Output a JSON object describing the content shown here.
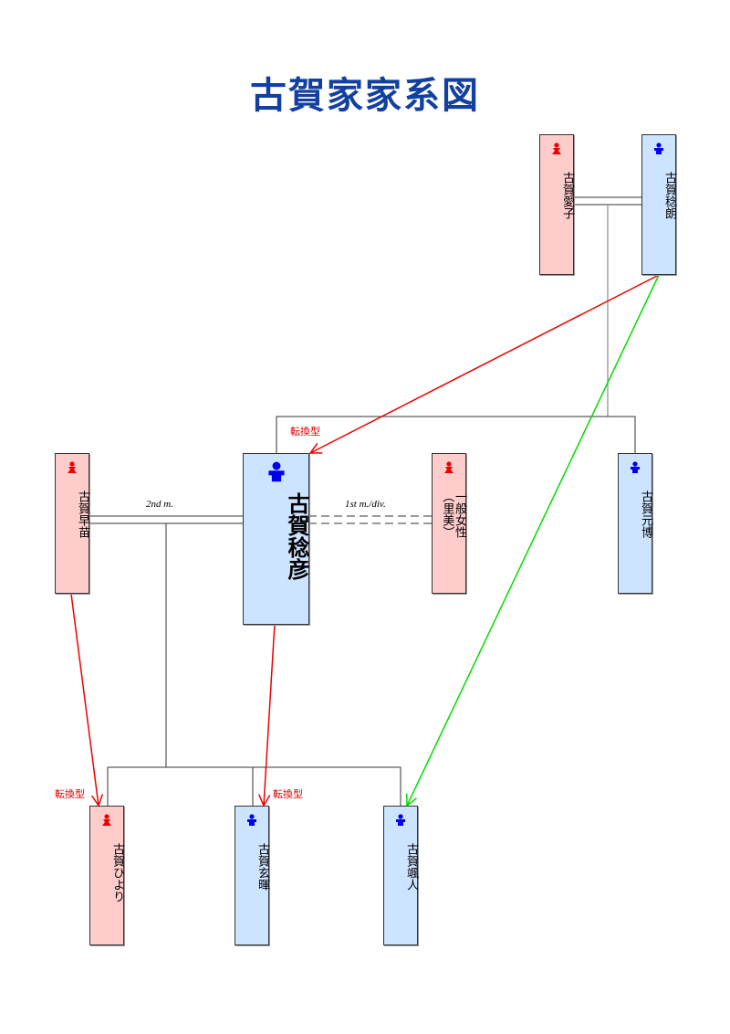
{
  "title": "古賀家家系図",
  "colors": {
    "female_fill": "#ffcccc",
    "male_fill": "#cce4ff",
    "female_icon": "#ee0000",
    "male_icon": "#0000ee",
    "arrow_red": "#ee0000",
    "arrow_green": "#00dd00",
    "title": "#1240a0"
  },
  "people": {
    "aiko": {
      "name": "古賀愛子",
      "gender": "female"
    },
    "toshiro": {
      "name": "古賀稔朗",
      "gender": "male"
    },
    "sanae": {
      "name": "古賀早苗",
      "gender": "female"
    },
    "toshihiko": {
      "name": "古賀稔彦",
      "gender": "male"
    },
    "ippan": {
      "name": "一般女性（里美）",
      "gender": "female"
    },
    "motohiro": {
      "name": "古賀元博",
      "gender": "male"
    },
    "hiyori": {
      "name": "古賀ひより",
      "gender": "female"
    },
    "genki": {
      "name": "古賀玄暉",
      "gender": "male"
    },
    "hayato": {
      "name": "古賀颯人",
      "gender": "male"
    }
  },
  "marriages": {
    "second": "2nd m.",
    "first": "1st m./div."
  },
  "annotations": {
    "toshihiko_type": "転換型",
    "hiyori_type": "転換型",
    "genki_type": "転換型"
  }
}
